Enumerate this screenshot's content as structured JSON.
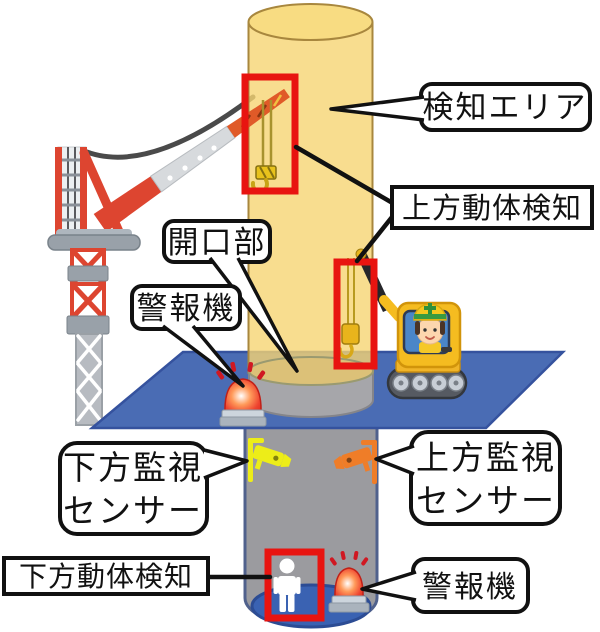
{
  "diagram": {
    "labels": {
      "detection_area": "検知エリア",
      "upper_motion_detection": "上方動体検知",
      "opening": "開口部",
      "alarm_top": "警報機",
      "lower_monitoring_sensor_line1": "下方監視",
      "lower_monitoring_sensor_line2": "センサー",
      "upper_monitoring_sensor_line1": "上方監視",
      "upper_monitoring_sensor_line2": "センサー",
      "lower_motion_detection": "下方動体検知",
      "alarm_bottom": "警報機"
    },
    "icons": [
      "tower-crane-icon",
      "mini-crawler-crane-icon",
      "operator-icon",
      "surveillance-camera-down-icon",
      "surveillance-camera-up-icon",
      "alarm-beacon-top-icon",
      "alarm-beacon-bottom-icon",
      "worker-person-icon",
      "crane-hook-icon",
      "mini-crane-hook-icon"
    ],
    "colors": {
      "cylinder": "#f6d573",
      "cylinder_top": "#f8dc82",
      "cylinder_stroke": "#a8873e",
      "deck": "#4a6cb4",
      "deck_stroke": "#35529e",
      "shaft": "#9b9b9f",
      "shaft_stroke": "#50618c",
      "pit_floor": "#3a62b2",
      "pit_floor_stroke": "#2c4c94",
      "collar_top": "#dcc178",
      "collar_side": "#a6a6aa",
      "detection_box": "#e81410",
      "crane_red": "#dd4530",
      "camera_down": "#eded18",
      "camera_up": "#ef7d28",
      "beacon_red": "#e03424",
      "vehicle_yellow": "#f5bc20",
      "person_white": "#ffffff",
      "line_black": "#111111"
    }
  }
}
